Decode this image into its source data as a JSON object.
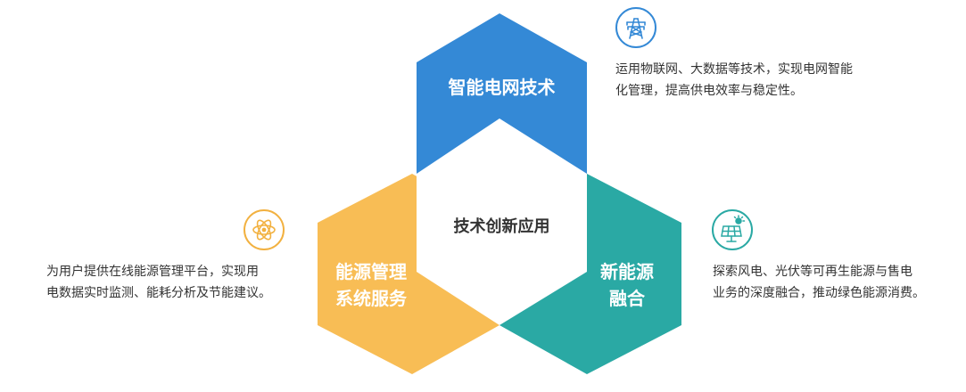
{
  "center": {
    "label": "技术创新应用"
  },
  "top": {
    "label": "智能电网技术",
    "color": "#3489d6",
    "icon": "power-tower-icon",
    "icon_color": "#3489d6",
    "description": [
      "运用物联网、大数据等技术，实现电网智能",
      "化管理，提高供电效率与稳定性。"
    ]
  },
  "left": {
    "label_lines": [
      "能源管理",
      "系统服务"
    ],
    "color": "#f8bd55",
    "icon": "atom-icon",
    "icon_color": "#f2b140",
    "description": [
      "为用户提供在线能源管理平台，实现用",
      "电数据实时监测、能耗分析及节能建议。"
    ]
  },
  "right": {
    "label_lines": [
      "新能源",
      "融合"
    ],
    "color": "#2aa9a4",
    "icon": "solar-panel-icon",
    "icon_color": "#2aa9a4",
    "description": [
      "探索风电、光伏等可再生能源与售电",
      "业务的深度融合，推动绿色能源消费。"
    ]
  }
}
